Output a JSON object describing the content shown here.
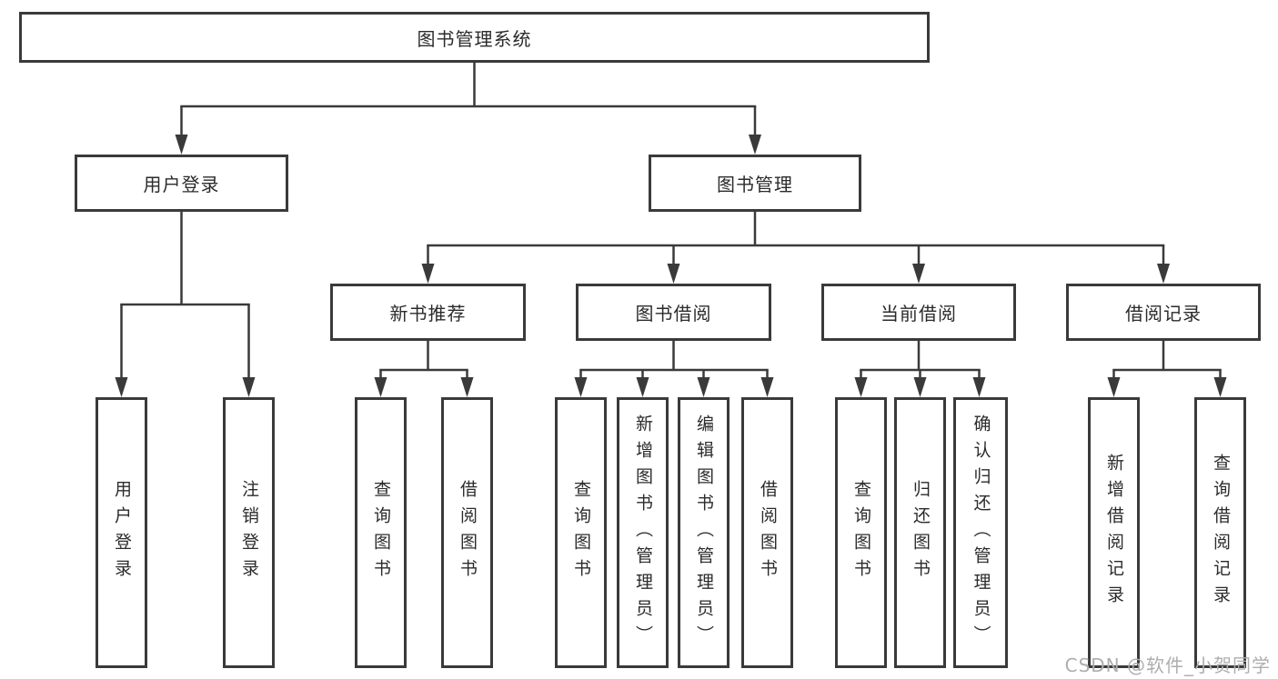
{
  "diagram": {
    "root": {
      "label": "图书管理系统"
    },
    "level2": {
      "user_login": {
        "label": "用户登录"
      },
      "book_management": {
        "label": "图书管理"
      }
    },
    "level3": {
      "new_book_recommend": {
        "label": "新书推荐"
      },
      "book_borrowing": {
        "label": "图书借阅"
      },
      "current_borrowing": {
        "label": "当前借阅"
      },
      "borrowing_records": {
        "label": "借阅记录"
      }
    },
    "leaves": {
      "user_login": {
        "label": "用户登录"
      },
      "logout": {
        "label": "注销登录"
      },
      "query_books_1": {
        "label": "查询图书"
      },
      "borrow_books_1": {
        "label": "借阅图书"
      },
      "query_books_2": {
        "label": "查询图书"
      },
      "add_books_admin": {
        "label": "新增图书（管理员）"
      },
      "edit_books_admin": {
        "label": "编辑图书（管理员）"
      },
      "borrow_books_2": {
        "label": "借阅图书"
      },
      "query_books_3": {
        "label": "查询图书"
      },
      "return_books": {
        "label": "归还图书"
      },
      "confirm_return_admin": {
        "label": "确认归还（管理员）"
      },
      "add_borrow_record": {
        "label": "新增借阅记录"
      },
      "query_borrow_record": {
        "label": "查询借阅记录"
      }
    }
  },
  "watermark": "CSDN @软件_小贺同学",
  "colors": {
    "line": "#3a3a3a",
    "box_border": "#3a3a3a",
    "text": "#2b2b2b",
    "watermark": "#aeaeae",
    "background": "#ffffff"
  }
}
